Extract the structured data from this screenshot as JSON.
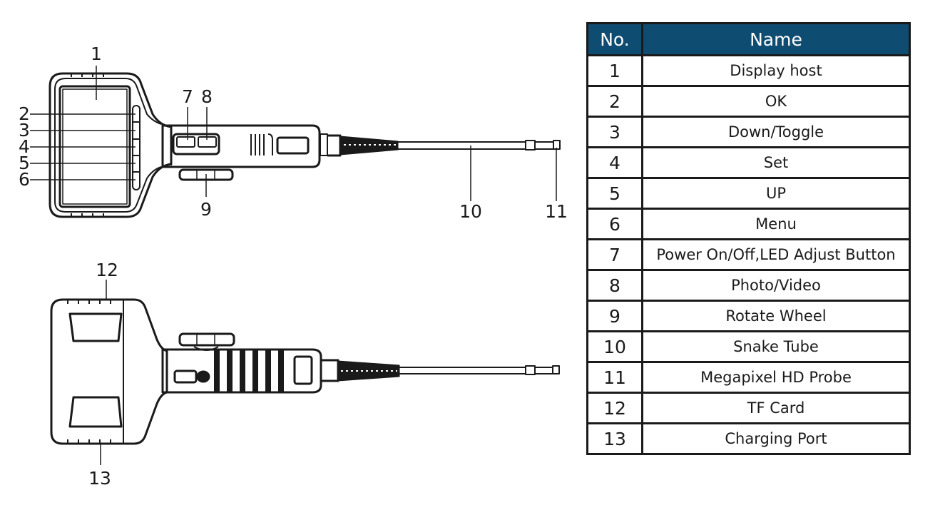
{
  "diagram": {
    "top_view_callouts": [
      "1",
      "2",
      "3",
      "4",
      "5",
      "6",
      "7",
      "8",
      "9",
      "10",
      "11"
    ],
    "bottom_view_callouts": [
      "12",
      "13"
    ],
    "stroke_color": "#1a1a1a"
  },
  "table": {
    "header": {
      "no": "No.",
      "name": "Name",
      "bg_color": "#0f4c72"
    },
    "rows": [
      {
        "no": "1",
        "name": "Display host"
      },
      {
        "no": "2",
        "name": "OK"
      },
      {
        "no": "3",
        "name": "Down/Toggle"
      },
      {
        "no": "4",
        "name": "Set"
      },
      {
        "no": "5",
        "name": "UP"
      },
      {
        "no": "6",
        "name": "Menu"
      },
      {
        "no": "7",
        "name": "Power On/Off,LED Adjust Button"
      },
      {
        "no": "8",
        "name": "Photo/Video"
      },
      {
        "no": "9",
        "name": "Rotate Wheel"
      },
      {
        "no": "10",
        "name": "Snake Tube"
      },
      {
        "no": "11",
        "name": "Megapixel HD Probe"
      },
      {
        "no": "12",
        "name": "TF Card"
      },
      {
        "no": "13",
        "name": "Charging Port"
      }
    ]
  }
}
